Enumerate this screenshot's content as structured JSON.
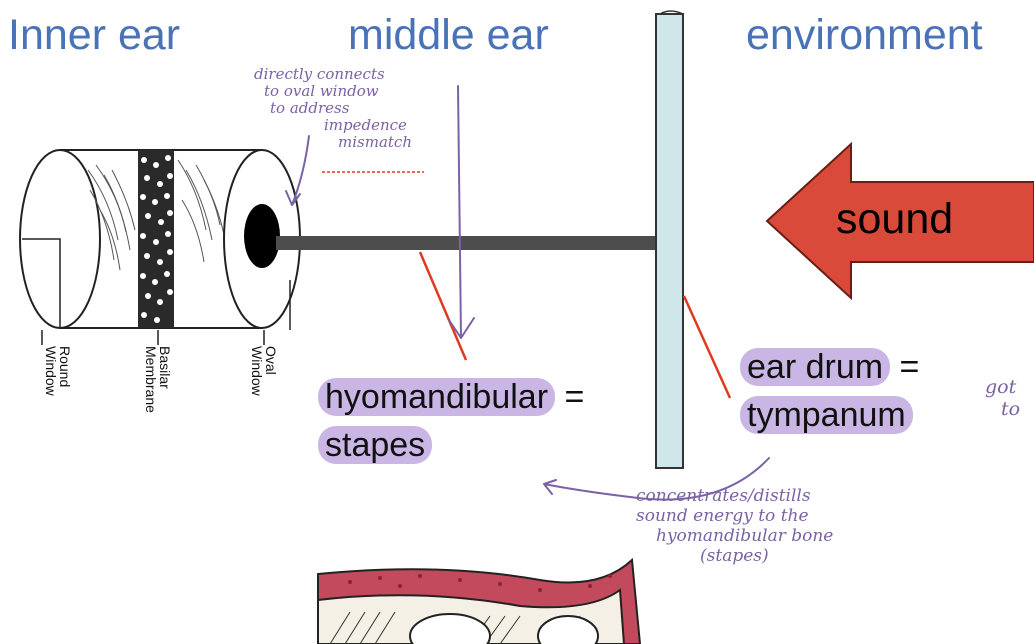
{
  "headings": {
    "inner_ear": "Inner ear",
    "middle_ear": "middle ear",
    "environment": "environment"
  },
  "arrow": {
    "label": "sound",
    "color": "#d94a3a"
  },
  "cylinder_labels": {
    "round_window": [
      "Round",
      "Window"
    ],
    "basilar_membrane": [
      "Basilar",
      "Membrane"
    ],
    "oval_window": [
      "Oval",
      "Window"
    ]
  },
  "labels": {
    "hyomandibular": "hyomandibular",
    "hyomandibular_eq": "=",
    "stapes": "stapes",
    "ear_drum": "ear drum",
    "ear_drum_eq": "=",
    "tympanum": "tympanum"
  },
  "notes": {
    "oval_window_note": [
      "directly connects",
      "to oval window",
      "to address",
      "impedence",
      "mismatch"
    ],
    "eardrum_note": [
      "concentrates/distills",
      "sound energy to the",
      "hyomandibular bone",
      "(stapes)"
    ],
    "cutoff_note": [
      "got",
      "to"
    ]
  },
  "colors": {
    "heading": "#4a73b7",
    "highlight": "#c9b6e4",
    "handwriting": "#7a62a5",
    "eardrum": "#cfe7ea",
    "pointer": "#e03a20"
  }
}
